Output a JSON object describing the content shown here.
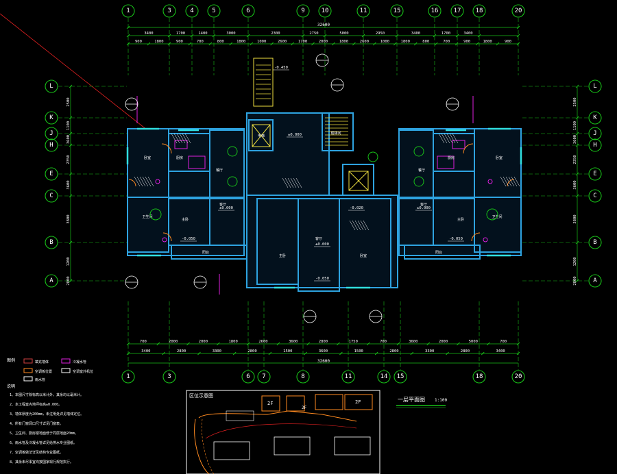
{
  "drawing": {
    "title": "一层平面图",
    "scale": "1:100",
    "overall_dimension_top": "32600",
    "overall_dimension_bottom": "32600"
  },
  "axes": {
    "top": [
      "1",
      "3",
      "4",
      "5",
      "6",
      "9",
      "10",
      "11",
      "15",
      "16",
      "17",
      "18",
      "20"
    ],
    "bottom": [
      "1",
      "3",
      "6",
      "7",
      "8",
      "11",
      "14",
      "15",
      "18",
      "20"
    ],
    "left": [
      "L",
      "K",
      "J",
      "H",
      "E",
      "C",
      "B",
      "A"
    ],
    "right": [
      "L",
      "K",
      "J",
      "H",
      "E",
      "C",
      "B",
      "A"
    ]
  },
  "dimensions": {
    "top_row1": [
      "3400",
      "1700",
      "1400",
      "3000",
      "2300",
      "2750",
      "5000",
      "2950",
      "3400",
      "1700",
      "3400"
    ],
    "top_row2": [
      "900",
      "1800",
      "900",
      "700",
      "800",
      "1800",
      "1000",
      "2600",
      "1700",
      "2000",
      "1800",
      "2600",
      "1000",
      "1800",
      "800",
      "700",
      "900",
      "1800",
      "900"
    ],
    "bottom_row1": [
      "700",
      "2000",
      "2000",
      "1800",
      "2600",
      "3600",
      "2800",
      "1750",
      "700",
      "3600",
      "2000",
      "5000",
      "700"
    ],
    "bottom_row2": [
      "3400",
      "2800",
      "3300",
      "2800",
      "1500",
      "3600",
      "1500",
      "2800",
      "3300",
      "2800",
      "3400"
    ],
    "left_side": [
      "2500",
      "1100",
      "3600",
      "2350",
      "3600",
      "3800",
      "1200",
      "2800"
    ],
    "right_side": [
      "2500",
      "1100",
      "3600",
      "2350",
      "3600",
      "3800",
      "1200",
      "2800"
    ]
  },
  "rooms": {
    "left_unit": [
      "卧室",
      "厨房",
      "餐厅",
      "客厅",
      "主卧",
      "卫生间",
      "阳台"
    ],
    "center_unit": [
      "电梯",
      "楼梯间",
      "客厅",
      "主卧",
      "卧室"
    ],
    "right_unit": [
      "卧室",
      "厨房",
      "餐厅",
      "客厅",
      "主卧",
      "卫生间",
      "阳台"
    ]
  },
  "elevations": [
    "±0.000",
    "-0.020",
    "-0.050",
    "-0.450"
  ],
  "legend": {
    "title": "图例",
    "items": [
      "填充墙体",
      "空调板位置",
      "雨水管",
      "冷凝水管",
      "空调室外机位"
    ]
  },
  "notes": {
    "title": "说明",
    "lines": [
      "1、本图尺寸除标高以米计外，其余均以毫米计。",
      "2、本工程室内地坪标高±0.000。",
      "3、墙体厚度为200mm，未注明处详见墙体定位。",
      "4、所有门窗洞口尺寸详见门窗表。",
      "5、卫生间、厨房楼地面低于同层地面20mm。",
      "6、雨水管及冷凝水管详见给排水专业图纸。",
      "7、空调板做法详见结构专业图纸。",
      "8、其余未尽事宜均按国家现行规范执行。"
    ]
  },
  "key_plan": {
    "title": "区位示意图",
    "labels": [
      "2F",
      "2F",
      "2F"
    ]
  },
  "colors": {
    "grid": "#18c018",
    "wall": "#2ea3e0",
    "wall_fill": "#0a3a5c",
    "magenta": "#e020e0",
    "yellow": "#f0e040",
    "red": "#e02020",
    "white": "#ffffff",
    "cyan": "#30e0e0",
    "orange": "#ff8a20"
  }
}
